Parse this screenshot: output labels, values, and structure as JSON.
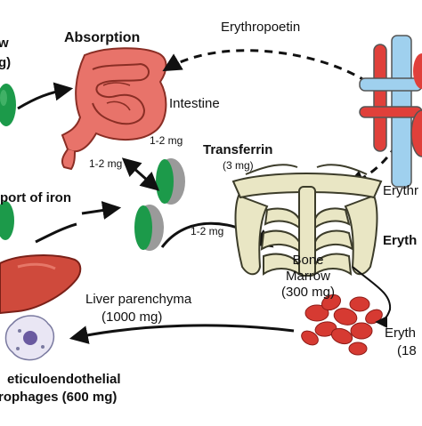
{
  "labels": {
    "left_top_1": "w",
    "left_top_2": "g)",
    "absorption": "Absorption",
    "erythropoetin": "Erythropoetin",
    "intestine": "Intestine",
    "mg_intestine_down": "1-2 mg",
    "mg_intestine_up": "1-2 mg",
    "transferrin": "Transferrin",
    "transferrin_amount": "(3 mg)",
    "transport_of_iron": "port of iron",
    "erythr_right_top": "Erythr",
    "erythr_right_mid": "Eryth",
    "mg_to_marrow": "1-2 mg",
    "bone_marrow_1": "Bone",
    "bone_marrow_2": "Marrow",
    "bone_marrow_amount": "(300 mg)",
    "liver_parenchyma": "Liver parenchyma",
    "liver_amount": "(1000 mg)",
    "erythr_right_bottom_1": "Eryth",
    "erythr_right_bottom_2": "(18",
    "reticulo_1": "eticuloendothelial",
    "reticulo_2": "rophages (600 mg)"
  },
  "colors": {
    "intestine": "#e8736a",
    "transferrin_green": "#1c9a4a",
    "transferrin_grey": "#9a9a9a",
    "rbc": "#d63a32",
    "liver": "#cf4a3c",
    "bone": "#e9e6c4",
    "heart_red": "#e0403a",
    "vessel_blue": "#9fd0ee"
  }
}
